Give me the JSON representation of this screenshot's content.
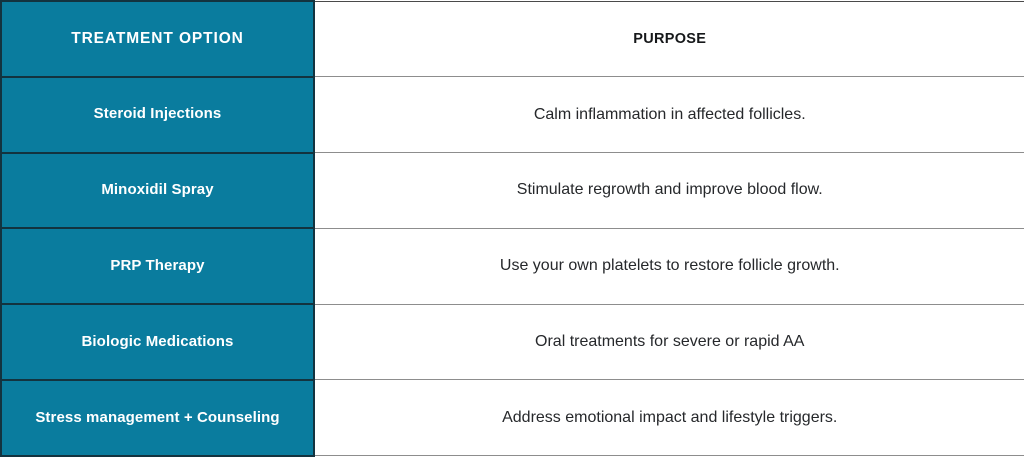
{
  "table": {
    "columns": [
      {
        "key": "option",
        "label": "TREATMENT OPTION"
      },
      {
        "key": "purpose",
        "label": "PURPOSE"
      }
    ],
    "colors": {
      "header_fill": "#0a7c9e",
      "option_fill": "#0a7c9e",
      "option_text": "#ffffff",
      "purpose_fill": "#ffffff",
      "purpose_text": "#26282b",
      "option_border": "#13333f",
      "purpose_border": "#8d8d8d"
    },
    "rows": [
      {
        "option": "Steroid Injections",
        "purpose": "Calm inflammation in affected follicles."
      },
      {
        "option": "Minoxidil Spray",
        "purpose": "Stimulate regrowth and improve blood flow."
      },
      {
        "option": "PRP Therapy",
        "purpose": "Use your own platelets to restore follicle growth."
      },
      {
        "option": "Biologic Medications",
        "purpose": "Oral treatments for severe or rapid AA"
      },
      {
        "option": "Stress management + Counseling",
        "purpose": "Address emotional impact and lifestyle triggers."
      }
    ]
  }
}
